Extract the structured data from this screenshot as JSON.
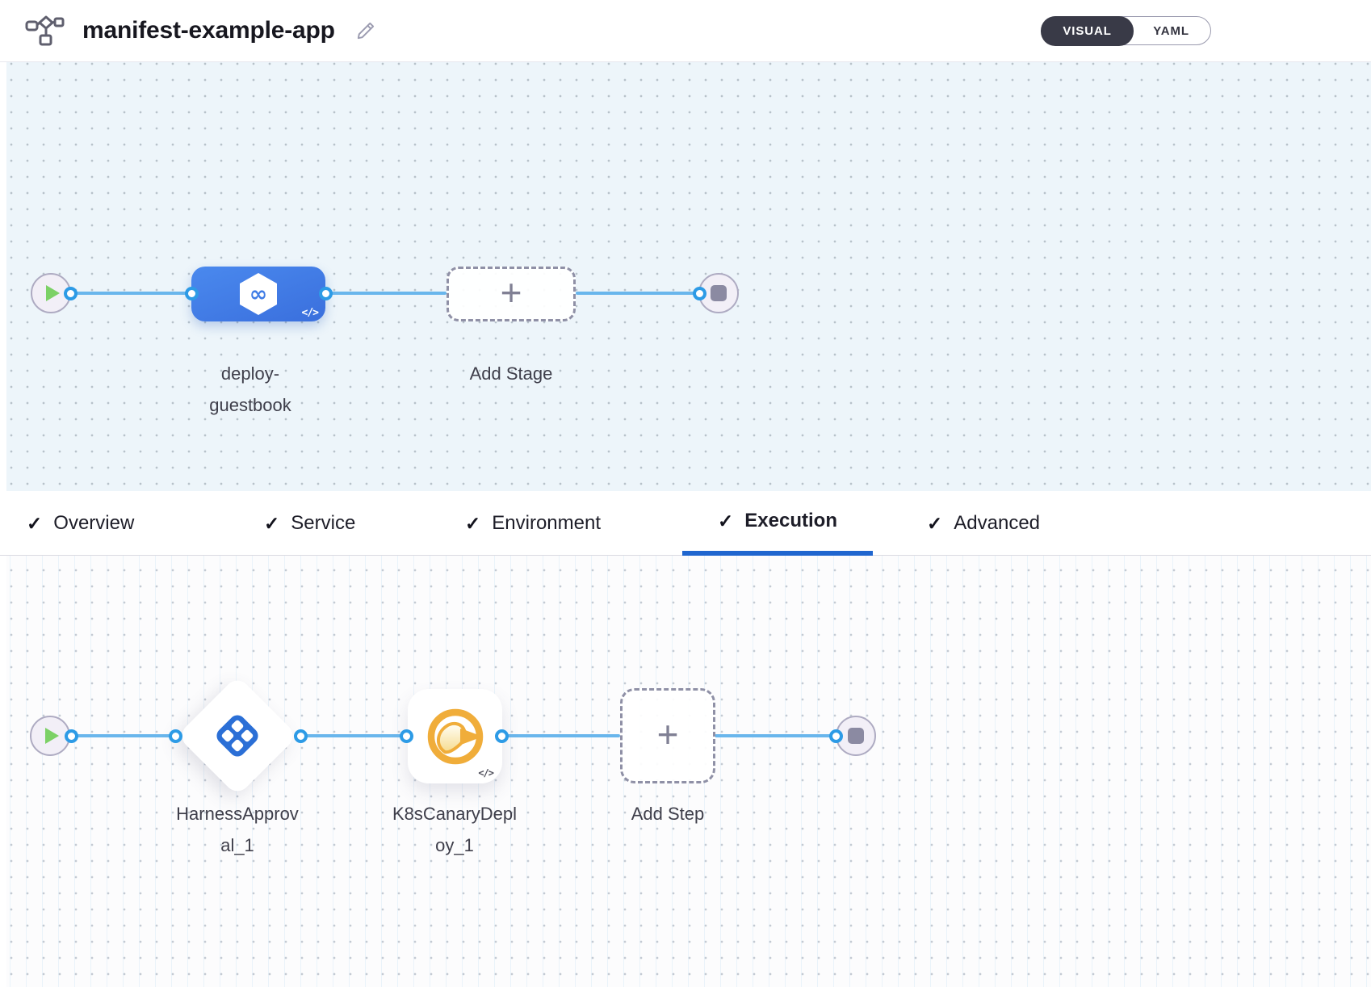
{
  "header": {
    "title": "manifest-example-app",
    "view_toggle": [
      {
        "label": "VISUAL",
        "active": true
      },
      {
        "label": "YAML",
        "active": false
      }
    ]
  },
  "glyphs": {
    "check": "✓",
    "plus": "+",
    "infinity": "∞"
  },
  "stage_pipeline": {
    "nodes": {
      "stage": {
        "name": "deploy-guestbook",
        "label_lines": [
          "deploy-",
          "guestbook"
        ],
        "icon": "cd-hexagon-infinity-icon",
        "code_badge": "</>"
      },
      "add_stage": {
        "label": "Add Stage"
      }
    }
  },
  "tabs": [
    {
      "label": "Overview",
      "checked": true,
      "active": false
    },
    {
      "label": "Service",
      "checked": true,
      "active": false
    },
    {
      "label": "Environment",
      "checked": true,
      "active": false
    },
    {
      "label": "Execution",
      "checked": true,
      "active": true
    },
    {
      "label": "Advanced",
      "checked": true,
      "active": false
    }
  ],
  "execution_pipeline": {
    "steps": [
      {
        "name": "HarnessApproval_1",
        "label_lines": [
          "HarnessApprov",
          "al_1"
        ],
        "icon": "approval-diamond-icon"
      },
      {
        "name": "K8sCanaryDeploy_1",
        "label_lines": [
          "K8sCanaryDepl",
          "oy_1"
        ],
        "icon": "canary-bird-icon",
        "code_badge": "</>"
      }
    ],
    "add_step": {
      "label": "Add Step"
    }
  },
  "colors": {
    "accent_blue": "#3b77e0",
    "connector_blue": "#69b6ec",
    "port_border_blue": "#2d9be6",
    "active_tab_underline": "#2066cf",
    "stage_canvas_bg": "#edf5fa",
    "exec_canvas_bg": "#fcfcfd",
    "toggle_dark": "#393a47",
    "canary_orange": "#f0ad3a",
    "play_green": "#7cd166",
    "approval_blue": "#2b6fd6"
  }
}
